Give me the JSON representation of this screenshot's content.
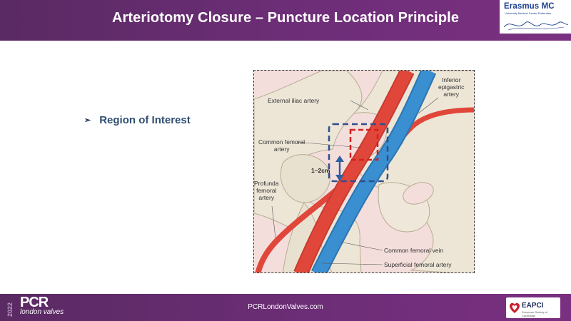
{
  "slide": {
    "title": "Arteriotomy Closure – Puncture Location Principle",
    "bullet": "Region of Interest"
  },
  "logos": {
    "erasmus_name": "Erasmus MC",
    "erasmus_sub": "University Medical Center Rotterdam",
    "pcr_year": "2022",
    "pcr_name": "PCR",
    "pcr_sub": "london valves",
    "eapci_name": "EAPCI",
    "eapci_sub": "European Society of Cardiology"
  },
  "figure": {
    "labels": {
      "external_iliac": "External iliac artery",
      "inferior_epigastric": "Inferior\nepigastric\nartery",
      "common_femoral_artery": "Common femoral\nartery",
      "profunda": "Profunda\nfemoral\nartery",
      "common_femoral_vein": "Common femoral vein",
      "superficial_femoral": "Superficial femoral artery",
      "distance": "1–2cm"
    }
  },
  "footer": {
    "url": "PCRLondonValves.com"
  },
  "colors": {
    "header_bg": "#6e2e78",
    "artery": "#e0473a",
    "vein": "#3a8fd0",
    "roi_box": "#2f4f8f",
    "puncture_box": "#d42020",
    "bullet_text": "#2f4f72"
  }
}
